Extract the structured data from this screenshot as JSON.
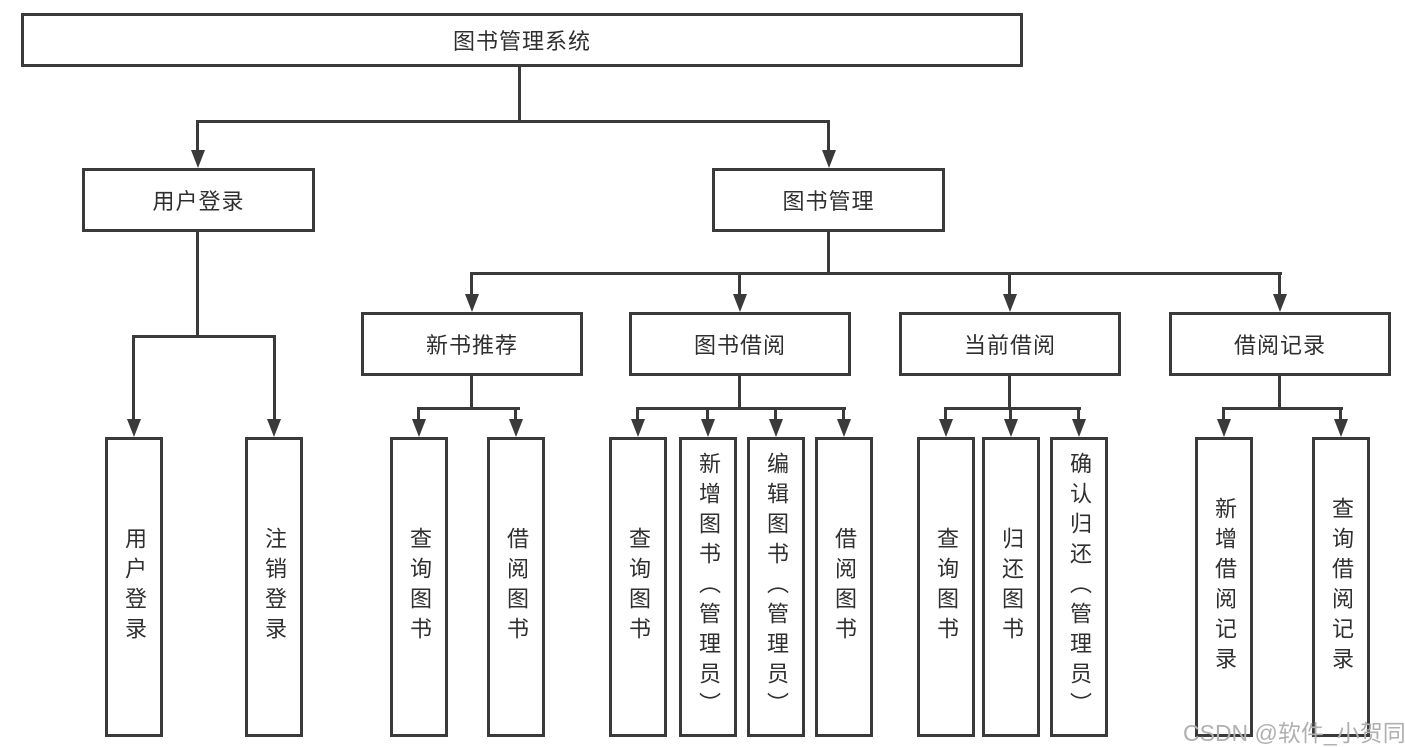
{
  "tree": {
    "label": "图书管理系统",
    "children": [
      {
        "label": "用户登录",
        "children": [
          {
            "label": "用户登录"
          },
          {
            "label": "注销登录"
          }
        ]
      },
      {
        "label": "图书管理",
        "children": [
          {
            "label": "新书推荐",
            "children": [
              {
                "label": "查询图书"
              },
              {
                "label": "借阅图书"
              }
            ]
          },
          {
            "label": "图书借阅",
            "children": [
              {
                "label": "查询图书"
              },
              {
                "label": "新增图书（管理员）"
              },
              {
                "label": "编辑图书（管理员）"
              },
              {
                "label": "借阅图书"
              }
            ]
          },
          {
            "label": "当前借阅",
            "children": [
              {
                "label": "查询图书"
              },
              {
                "label": "归还图书"
              },
              {
                "label": "确认归还（管理员）"
              }
            ]
          },
          {
            "label": "借阅记录",
            "children": [
              {
                "label": "新增借阅记录"
              },
              {
                "label": "查询借阅记录"
              }
            ]
          }
        ]
      }
    ]
  },
  "watermark": {
    "text": "CSDN @软件_小贺同学"
  },
  "colors": {
    "line": "#3a3a3a",
    "text": "#2f2f2f",
    "background": "#ffffff",
    "watermark": "#b0b0b0"
  }
}
